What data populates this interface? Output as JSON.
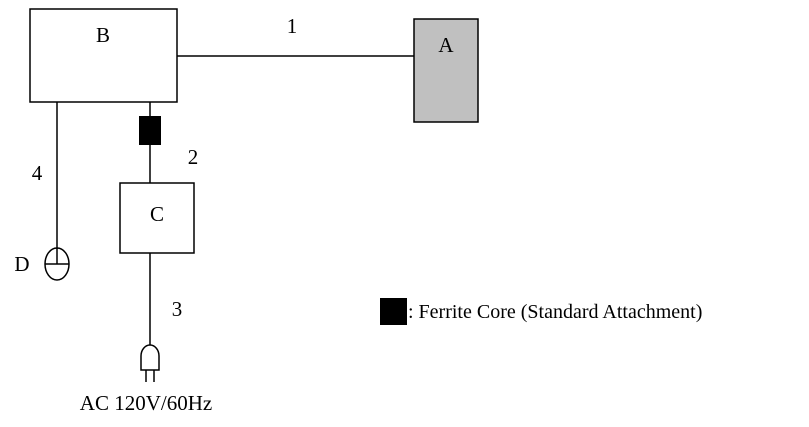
{
  "diagram": {
    "components": {
      "a": {
        "label": "A",
        "fill": "#c0c0c0"
      },
      "b": {
        "label": "B"
      },
      "c": {
        "label": "C"
      },
      "d": {
        "label": "D"
      }
    },
    "cables": {
      "cable_1": "1",
      "cable_2": "2",
      "cable_3": "3",
      "cable_4": "4"
    },
    "power_source": "AC 120V/60Hz",
    "legend": {
      "ferrite_core_text": ": Ferrite Core (Standard Attachment)"
    },
    "colors": {
      "line": "#000000",
      "ferrite_core": "#000000",
      "box_fill": "#ffffff"
    },
    "icons": {
      "ferrite": "ferrite-core-icon",
      "mouse": "mouse-icon",
      "plug": "power-plug-icon"
    }
  }
}
